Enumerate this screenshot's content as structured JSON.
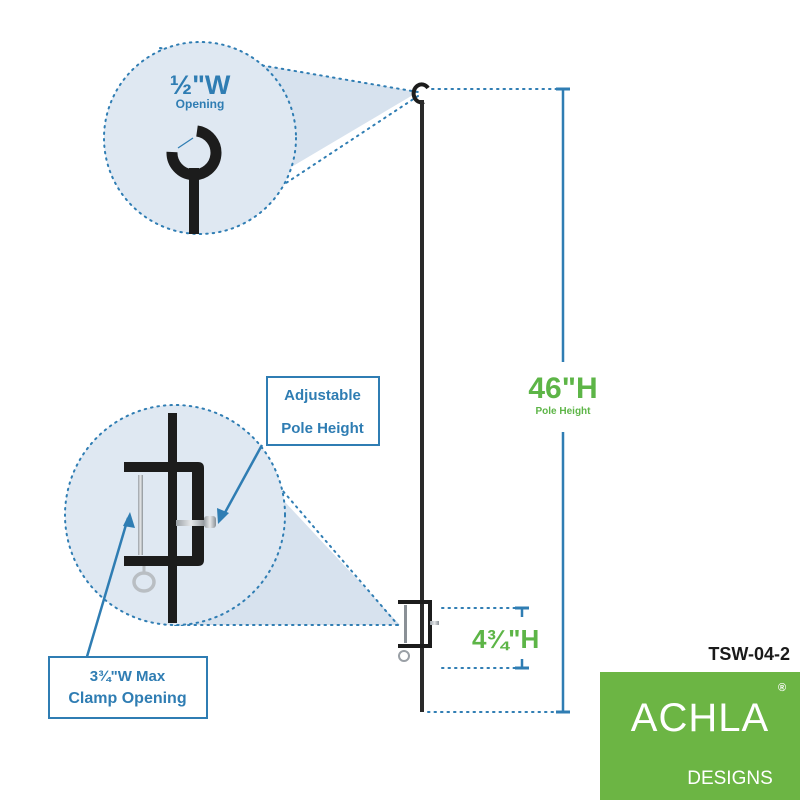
{
  "product": {
    "model_number": "TSW-04-2",
    "brand": {
      "name": "ACHLA",
      "subtitle": "DESIGNS",
      "registered_mark": "®",
      "background_color": "#6cb544"
    }
  },
  "callouts": {
    "hook_opening": {
      "value": "½\"W",
      "caption": "Opening"
    },
    "pole_height": {
      "value": "46\"H",
      "caption": "Pole Height"
    },
    "clamp_height": {
      "value": "4¾\"H"
    },
    "adjustable": {
      "line1": "Adjustable",
      "line2": "Pole Height"
    },
    "clamp_opening": {
      "line1": "3¾\"W Max",
      "line2": "Clamp Opening"
    }
  },
  "colors": {
    "dimension_blue": "#2f7db3",
    "label_green": "#5db547",
    "zoom_fill": "#dfe8f2",
    "pole_black": "#222222"
  }
}
